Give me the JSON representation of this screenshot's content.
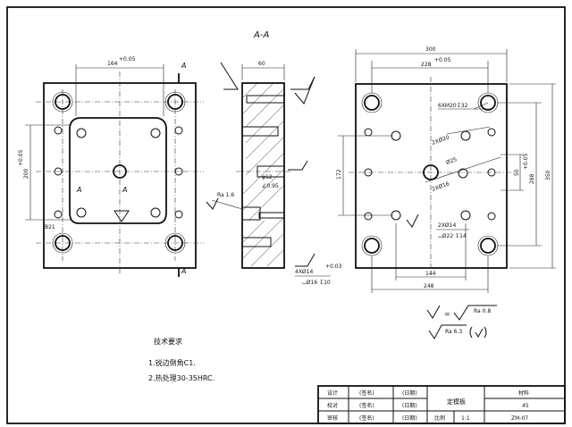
{
  "section_title": "A-A",
  "left_view": {
    "dim_top": "164",
    "dim_top_tol": "+0.05",
    "dim_left": "200",
    "dim_left_tol": "+0.05",
    "hole_label": "B21",
    "section_letter": "A"
  },
  "middle_view": {
    "dim_top": "60",
    "roughness_left": "Ra 1.6",
    "feature_label": "φ12",
    "chamfer_label": "∠0.95",
    "counterbore_label": "4XØ14",
    "counterbore_tol": "+0.03",
    "counterbore_depth": "⌴Ø16 ↧10"
  },
  "right_view": {
    "dim_top": "300",
    "dim_top2": "228",
    "dim_top2_tol": "+0.05",
    "thread_label": "6XM20↧32",
    "hole_label_a": "2XØ20",
    "hole_label_b": "2XØ16",
    "center_label": "Ø25",
    "hole_label_c": "2XØ14",
    "hole_label_c2": "⌴Ø22 ↧14",
    "dim_left": "172",
    "dim_right_a": "50",
    "dim_right_b": "288",
    "dim_right_b_tol": "+0.05",
    "dim_right_c": "350",
    "dim_bottom_a": "144",
    "dim_bottom_b": "248"
  },
  "roughness_legend": {
    "eq1": "Ra 0.8",
    "eq2": "Ra 6.3"
  },
  "notes": {
    "title": "技术要求",
    "line1": "1.锐边倒角C1.",
    "line2": "2.热处理30-35HRC."
  },
  "title_block": {
    "r1c1": "设计",
    "r1c2": "(签名)",
    "r1c3": "(日期)",
    "r2c1": "校对",
    "r2c2": "(签名)",
    "r2c3": "(日期)",
    "r3c1": "审核",
    "r3c2": "(签名)",
    "r3c3": "(日期)",
    "part_name": "定模板",
    "material_hdr": "材料",
    "material": "45",
    "scale_label": "比例",
    "scale_val": "1:1",
    "drawing_no": "ZM-07"
  }
}
